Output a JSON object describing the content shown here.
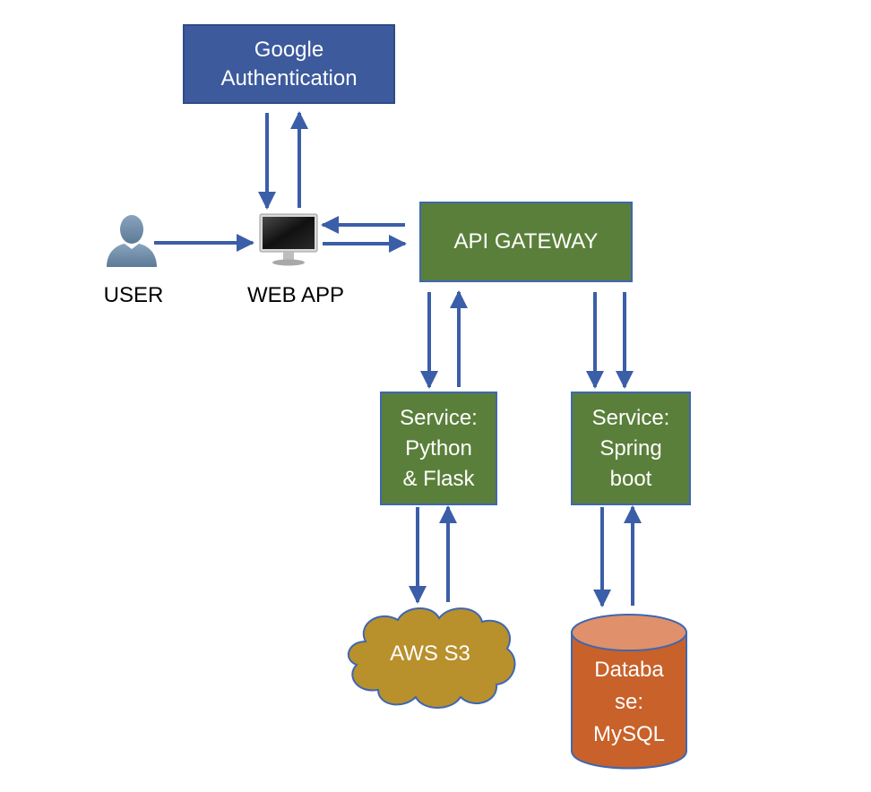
{
  "nodes": {
    "google_auth": {
      "lines": [
        "Google",
        "Authentication"
      ]
    },
    "user": {
      "label": "USER"
    },
    "web_app": {
      "label": "WEB APP"
    },
    "api_gateway": {
      "label": "API GATEWAY"
    },
    "service_python": {
      "lines": [
        "Service:",
        "Python",
        "& Flask"
      ]
    },
    "service_spring": {
      "lines": [
        "Service:",
        "Spring",
        "boot"
      ]
    },
    "aws_s3": {
      "label": "AWS S3"
    },
    "database": {
      "lines": [
        "Databa",
        "se:",
        "MySQL"
      ]
    }
  },
  "colors": {
    "arrow": "#3b5ea8",
    "google_box": "#3c5a9c",
    "service_box": "#5a7f3a",
    "cloud": "#b8902c",
    "database": "#c8612a",
    "user_icon": "#6c8aa8"
  }
}
